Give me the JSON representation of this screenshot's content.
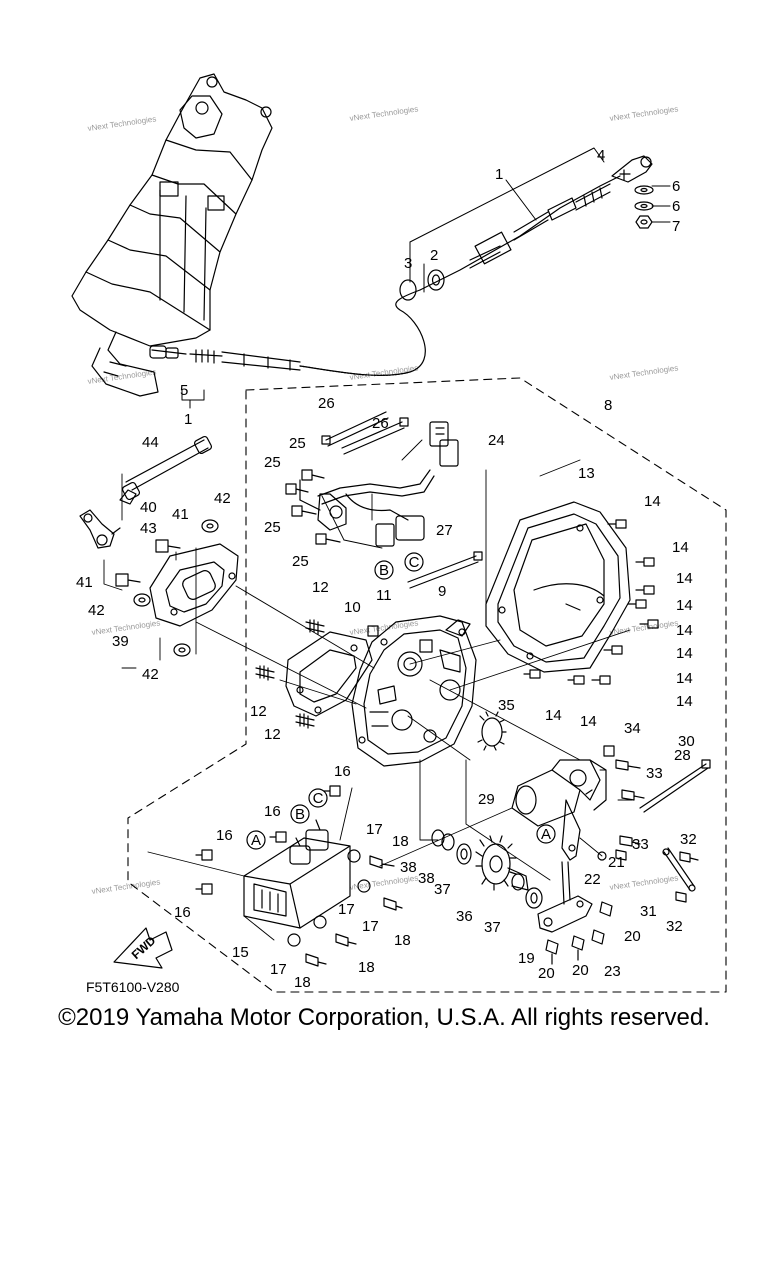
{
  "diagram_code": "F5T6100-V280",
  "copyright": "©2019 Yamaha Motor Corporation, U.S.A. All rights reserved.",
  "watermark": "vNext Technologies",
  "fwd_label": "FWD",
  "callout_letters": {
    "a": "A",
    "b": "B",
    "c": "C"
  },
  "part_labels": {
    "p1": "1",
    "p2": "2",
    "p3": "3",
    "p4": "4",
    "p5": "5",
    "p6": "6",
    "p7": "7",
    "p8": "8",
    "p9": "9",
    "p10": "10",
    "p11": "11",
    "p12": "12",
    "p13": "13",
    "p14": "14",
    "p15": "15",
    "p16": "16",
    "p17": "17",
    "p18": "18",
    "p19": "19",
    "p20": "20",
    "p21": "21",
    "p22": "22",
    "p23": "23",
    "p24": "24",
    "p25": "25",
    "p26": "26",
    "p27": "27",
    "p28": "28",
    "p29": "29",
    "p30": "30",
    "p31": "31",
    "p32": "32",
    "p33": "33",
    "p34": "34",
    "p35": "35",
    "p36": "36",
    "p37": "37",
    "p38": "38",
    "p39": "39",
    "p40": "40",
    "p41": "41",
    "p42": "42",
    "p43": "43",
    "p44": "44"
  }
}
